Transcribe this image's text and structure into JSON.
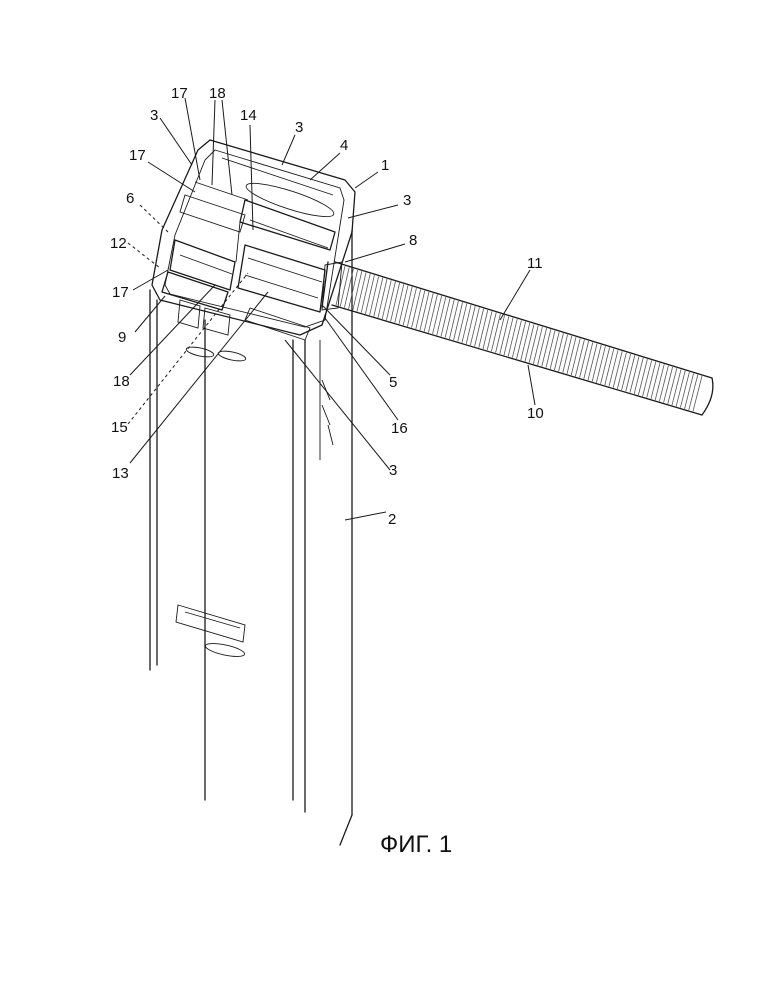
{
  "figure": {
    "caption": "ФИГ. 1"
  },
  "labels": {
    "l1": "1",
    "l2": "2",
    "l3a": "3",
    "l3b": "3",
    "l3c": "3",
    "l3d": "3",
    "l4": "4",
    "l5": "5",
    "l6": "6",
    "l8": "8",
    "l9": "9",
    "l10": "10",
    "l11": "11",
    "l12": "12",
    "l13": "13",
    "l14": "14",
    "l15": "15",
    "l16": "16",
    "l17a": "17",
    "l17b": "17",
    "l17c": "17",
    "l18a": "18",
    "l18b": "18"
  }
}
